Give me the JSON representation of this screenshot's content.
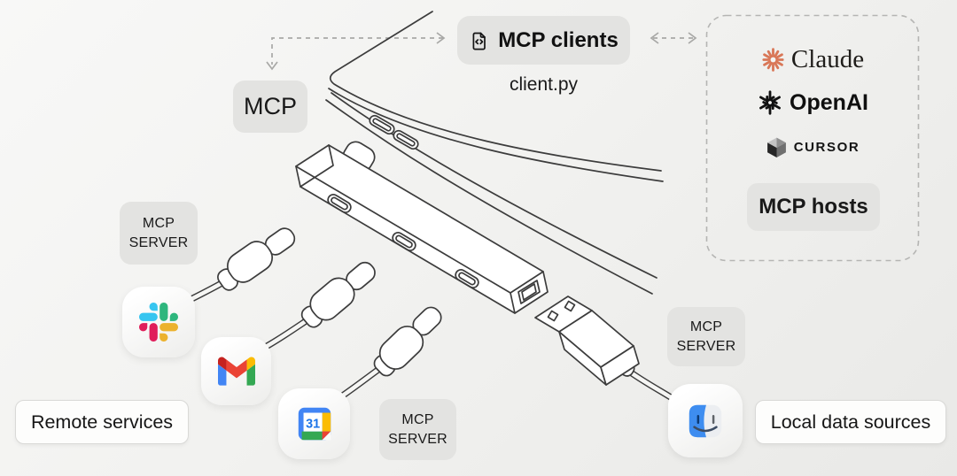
{
  "protocol_badge": {
    "label": "MCP"
  },
  "clients_badge": {
    "label": "MCP clients",
    "icon": "code-file-icon",
    "filename": "client.py"
  },
  "hosts_panel": {
    "apps": [
      {
        "name": "Claude",
        "icon": "claude-mark-icon"
      },
      {
        "name": "OpenAI",
        "icon": "openai-mark-icon"
      },
      {
        "name": "CURSOR",
        "icon": "cursor-cube-icon"
      }
    ],
    "badge_label": "MCP hosts"
  },
  "server_badges": [
    {
      "line1": "MCP",
      "line2": "SERVER"
    },
    {
      "line1": "MCP",
      "line2": "SERVER"
    },
    {
      "line1": "MCP",
      "line2": "SERVER"
    }
  ],
  "remote_services": {
    "label": "Remote services",
    "icons": [
      "slack-icon",
      "gmail-icon",
      "google-calendar-icon"
    ]
  },
  "local_sources": {
    "label": "Local data sources",
    "icons": [
      "finder-icon"
    ]
  },
  "calendar": {
    "day": "31"
  },
  "colors": {
    "badge_gray": "#e3e3e1",
    "line_stroke": "#3c3c3c",
    "dash_gray": "#a8a8a6",
    "claude_orange": "#D97757",
    "slack_blue": "#36C5F0",
    "slack_green": "#2EB67D",
    "slack_red": "#E01E5A",
    "slack_yellow": "#ECB22E",
    "google_blue": "#4285F4",
    "google_red": "#EA4335",
    "google_green": "#34A853",
    "google_yellow": "#FBBC04",
    "finder_blue": "#3E8DF0"
  }
}
